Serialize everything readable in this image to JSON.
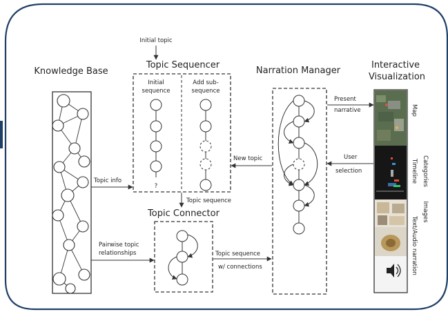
{
  "diagram": {
    "knowledge_base": {
      "title": "Knowledge Base"
    },
    "initial_topic": "Initial topic",
    "topic_sequencer": {
      "title": "Topic Sequencer",
      "initial_sequence_1": "Initial",
      "initial_sequence_2": "sequence",
      "add_subsequence_1": "Add sub-",
      "add_subsequence_2": "sequence",
      "question_mark": "?"
    },
    "narration_manager": {
      "title": "Narration Manager"
    },
    "interactive_visualization": {
      "title_1": "Interactive",
      "title_2": "Visualization",
      "side_labels": {
        "map": "Map",
        "categories": "Categories",
        "timeline": "Timeline",
        "images": "Images",
        "text_audio": "Text/Audio narration"
      }
    },
    "topic_connector": {
      "title": "Topic Connector"
    },
    "edges": {
      "topic_info": "Topic info",
      "topic_sequence": "Topic sequence",
      "pairwise_1": "Pairwise topic",
      "pairwise_2": "relationships",
      "topic_sequence_conn_1": "Topic sequence",
      "topic_sequence_conn_2": "w/ connections",
      "new_topic": "New topic",
      "present_1": "Present",
      "present_2": "narrative",
      "user_1": "User",
      "user_2": "selection"
    },
    "colors": {
      "frame": "#1f3f66",
      "left_bar": "#1f3f66",
      "stroke": "#333333"
    }
  }
}
